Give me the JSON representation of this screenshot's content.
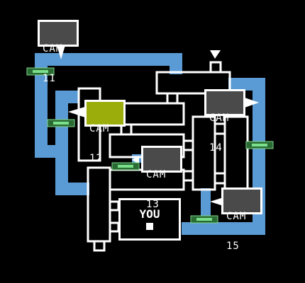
{
  "colors": {
    "background": "#000000",
    "hallway": "#5b9bd5",
    "walls": "#ffffff",
    "camera_button": "#4a4a4a",
    "camera_button_active": "#9aad0a",
    "vent_light": "#3fbf5a"
  },
  "cameras": [
    {
      "id": "cam11",
      "line1": "CAM",
      "line2": "11",
      "active": false
    },
    {
      "id": "cam12",
      "line1": "CAM",
      "line2": "12",
      "active": true
    },
    {
      "id": "cam13",
      "line1": "CAM",
      "line2": "13",
      "active": false
    },
    {
      "id": "cam14",
      "line1": "CAM",
      "line2": "14",
      "active": false
    },
    {
      "id": "cam15",
      "line1": "CAM",
      "line2": "15",
      "active": false
    }
  ],
  "player": {
    "label": "YOU"
  },
  "icons": {
    "map_marker": "triangle-down-icon",
    "vent_light": "vent-light-icon"
  }
}
